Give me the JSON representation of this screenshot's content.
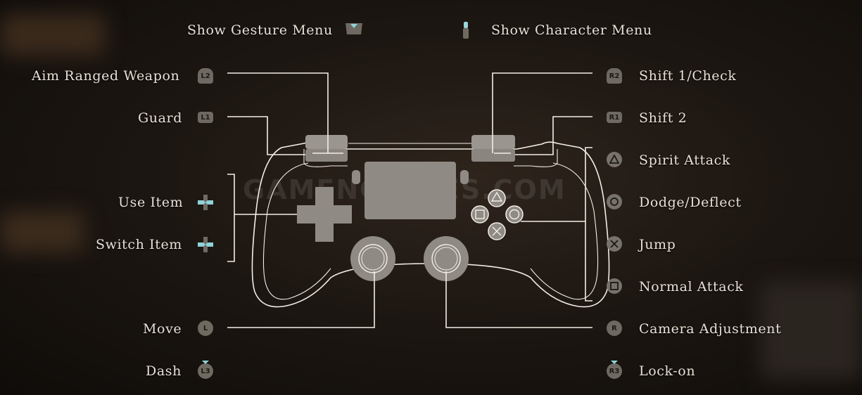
{
  "top": {
    "gesture_label": "Show Gesture Menu",
    "character_label": "Show Character Menu"
  },
  "left": {
    "aim": {
      "label": "Aim Ranged Weapon",
      "button": "L2"
    },
    "guard": {
      "label": "Guard",
      "button": "L1"
    },
    "use_item": {
      "label": "Use Item",
      "icon": "dpad-left-right-icon"
    },
    "switch_item": {
      "label": "Switch Item",
      "icon": "dpad-up-down-icon"
    },
    "move": {
      "label": "Move",
      "button": "L"
    },
    "dash": {
      "label": "Dash",
      "button": "L3"
    }
  },
  "right": {
    "shift1": {
      "label": "Shift 1/Check",
      "button": "R2"
    },
    "shift2": {
      "label": "Shift 2",
      "button": "R1"
    },
    "spirit": {
      "label": "Spirit Attack",
      "icon": "triangle-icon"
    },
    "dodge": {
      "label": "Dodge/Deflect",
      "icon": "circle-icon"
    },
    "jump": {
      "label": "Jump",
      "icon": "cross-icon"
    },
    "normal": {
      "label": "Normal Attack",
      "icon": "square-icon"
    },
    "camera": {
      "label": "Camera Adjustment",
      "button": "R"
    },
    "lockon": {
      "label": "Lock-on",
      "button": "R3"
    }
  },
  "watermark": "GAMENGUIDES.COM",
  "colors": {
    "line": "#f2eee6",
    "icon_bg": "#6f6a61",
    "teal": "#8fd3d8",
    "text": "#e8e2d6"
  }
}
